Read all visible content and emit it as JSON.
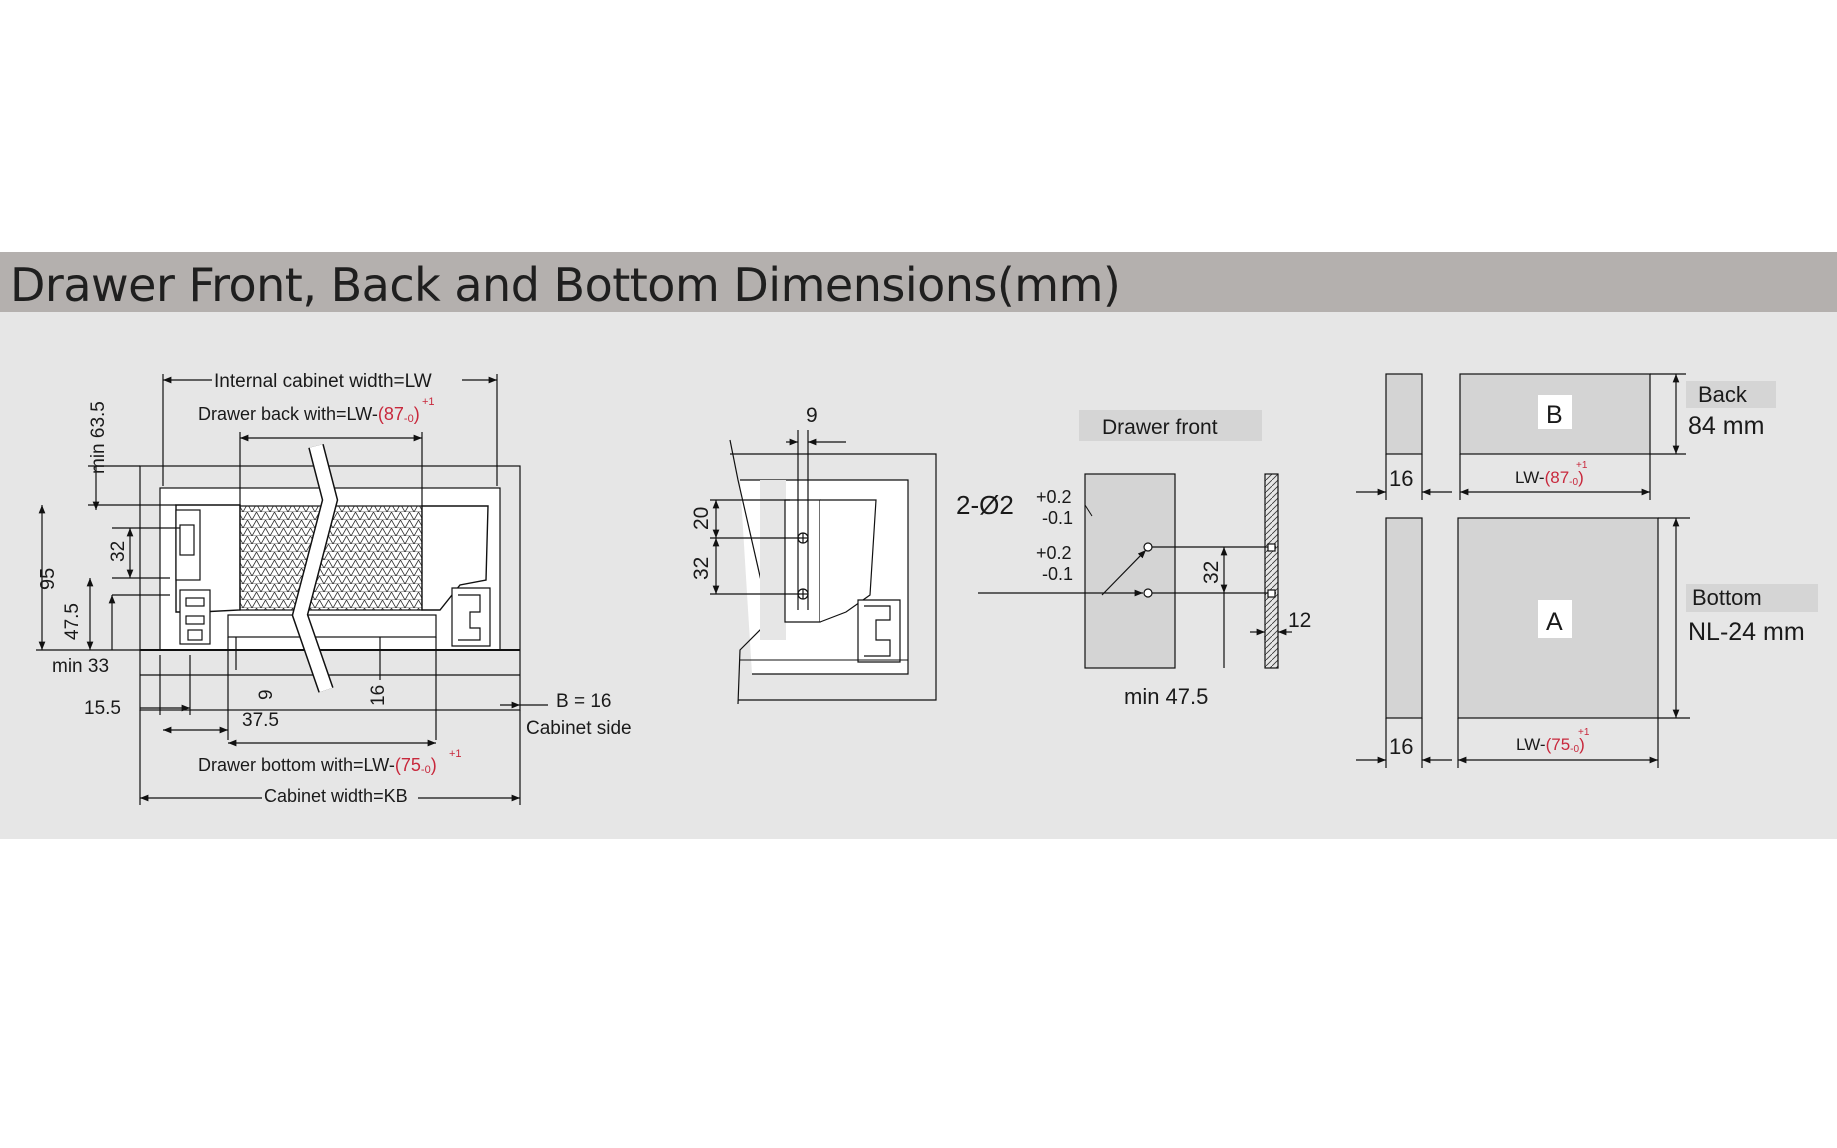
{
  "title": "Drawer Front, Back and Bottom Dimensions(mm)",
  "left_view": {
    "internal_width_label": "Internal cabinet width=LW",
    "drawer_back_prefix": "Drawer back with=LW-",
    "drawer_back_value": "(87",
    "drawer_back_tol_plus": "+1",
    "drawer_back_tol_minus": "-0",
    "drawer_back_close": ")",
    "dim_min_63_5": "min 63.5",
    "dim_95": "95",
    "dim_32": "32",
    "dim_47_5": "47.5",
    "dim_min_33": "min 33",
    "dim_9": "9",
    "dim_16": "16",
    "dim_15_5": "15.5",
    "dim_37_5": "37.5",
    "b16": "B = 16",
    "cabinet_side": "Cabinet side",
    "drawer_bottom_prefix": "Drawer bottom with=LW-",
    "drawer_bottom_value": "(75",
    "drawer_bottom_tol_plus": "+1",
    "drawer_bottom_tol_minus": "-0",
    "drawer_bottom_close": ")",
    "cabinet_width_label": "Cabinet width=KB"
  },
  "middle_view": {
    "dim_9": "9",
    "dim_20": "20",
    "dim_32": "32"
  },
  "front_view": {
    "label": "Drawer front",
    "holes": "2-Ø2",
    "tol1_plus": "+0.2",
    "tol1_minus": "-0.1",
    "tol2_plus": "+0.2",
    "tol2_minus": "-0.1",
    "dim_32": "32",
    "dim_12": "12",
    "min_47_5": "min  47.5"
  },
  "panels": {
    "back_label": "Back",
    "back_height": "84 mm",
    "letter_b": "B",
    "back_thickness": "16",
    "back_len_prefix": "LW-",
    "back_len_value": "(87",
    "back_len_plus": "+1",
    "back_len_minus": "-0",
    "back_len_close": ")",
    "bottom_label": "Bottom",
    "bottom_depth": "NL-24 mm",
    "letter_a": "A",
    "bottom_thickness": "16",
    "bottom_len_prefix": "LW-",
    "bottom_len_value": "(75",
    "bottom_len_plus": "+1",
    "bottom_len_minus": "-0",
    "bottom_len_close": ")"
  },
  "colors": {
    "title_band": "#b4b0ae",
    "panel_background": "#e6e6e6",
    "tolerance_red": "#c8283c"
  }
}
